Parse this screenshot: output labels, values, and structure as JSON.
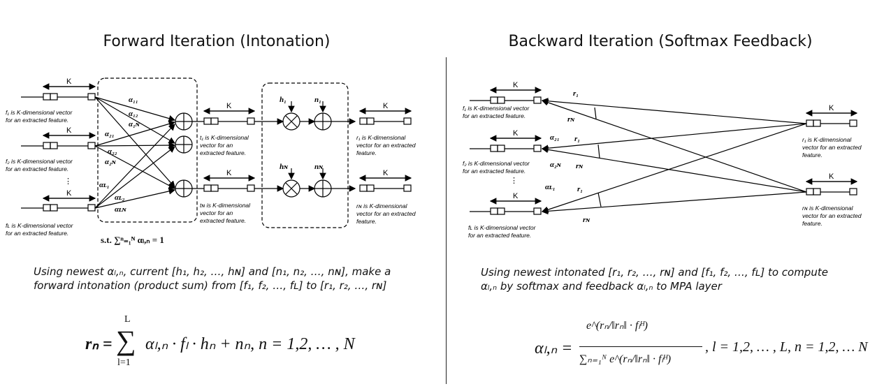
{
  "titles": {
    "forward": "Forward Iteration (Intonation)",
    "backward": "Backward Iteration (Softmax Feedback)"
  },
  "forward": {
    "k_label": "K",
    "inputs": [
      {
        "cap1": "f₁ is K-dimensional vector",
        "cap2": "for an extracted feature."
      },
      {
        "cap1": "f₂ is K-dimensional vector",
        "cap2": "for an extracted feature."
      },
      {
        "cap1": "fʟ is K-dimensional vector",
        "cap2": "for an extracted feature."
      }
    ],
    "alphas": [
      "α₁₁",
      "α₁₂",
      "α₁ɴ",
      "α₂₁",
      "α₂₂",
      "α₂ɴ",
      "αʟ₁",
      "αʟ₂",
      "αʟɴ"
    ],
    "t_caps": [
      {
        "cap1": "t₁ is K-dimensional",
        "cap2": "vector for an",
        "cap3": "extracted feature."
      },
      {
        "cap1": "tɴ is K-dimensional",
        "cap2": "vector for an",
        "cap3": "extracted feature."
      }
    ],
    "h_labels": [
      "h₁",
      "hɴ"
    ],
    "n_labels": [
      "n₁",
      "nɴ"
    ],
    "r_caps": [
      {
        "cap1": "r₁ is K-dimensional",
        "cap2": "vector for an extracted",
        "cap3": "feature."
      },
      {
        "cap1": "rɴ is K-dimensional",
        "cap2": "vector for an extracted",
        "cap3": "feature."
      }
    ],
    "vdots": "⋮",
    "constraint": "s.t. ∑ⁿ₌₁ᴺ αₗ,ₙ = 1",
    "description": [
      "Using newest αₗ,ₙ, current [h₁, h₂, …, hɴ] and [n₁, n₂, …, nɴ], make a",
      "forward intonation (product sum) from [f₁, f₂, …, fʟ] to [r₁, r₂, …, rɴ]"
    ],
    "equation": {
      "lhs": "rₙ = ",
      "sum_top": "L",
      "sum_bottom": "l=1",
      "rhs": "αₗ,ₙ · fₗ · hₙ + nₙ, n = 1,2, … , N"
    }
  },
  "backward": {
    "k_label": "K",
    "inputs": [
      {
        "cap1": "f₁ is K-dimensional vector",
        "cap2": "for an extracted feature."
      },
      {
        "cap1": "f₂ is K-dimensional vector",
        "cap2": "for an extracted feature."
      },
      {
        "cap1": "fʟ is K-dimensional vector",
        "cap2": "for an extracted feature."
      }
    ],
    "r_labels": [
      "r₁",
      "rɴ",
      "r₁",
      "rɴ",
      "r₁",
      "rɴ"
    ],
    "alphas": [
      "α₂₁",
      "α₂ɴ",
      "αʟ₁"
    ],
    "outputs": [
      {
        "cap1": "r₁ is K-dimensional",
        "cap2": "vector for an extracted",
        "cap3": "feature."
      },
      {
        "cap1": "rɴ is K-dimensional",
        "cap2": "vector for an extracted",
        "cap3": "feature."
      }
    ],
    "vdots": "⋮",
    "description": [
      "Using newest intonated [r₁, r₂, …, rɴ] and [f₁, f₂, …, fʟ] to compute",
      "αₗ,ₙ by softmax and feedback αₗ,ₙ to MPA layer"
    ],
    "equation": {
      "lhs": "αₗ,ₙ =",
      "numerator": "e^(rₙ/‖rₙ‖ · fₗᴴ)",
      "denominator": "∑ₙ₌₁ᴺ e^(rₙ/‖rₙ‖ · fₗᴴ)",
      "rhs": ", l = 1,2, … , L, n = 1,2, … N"
    }
  }
}
